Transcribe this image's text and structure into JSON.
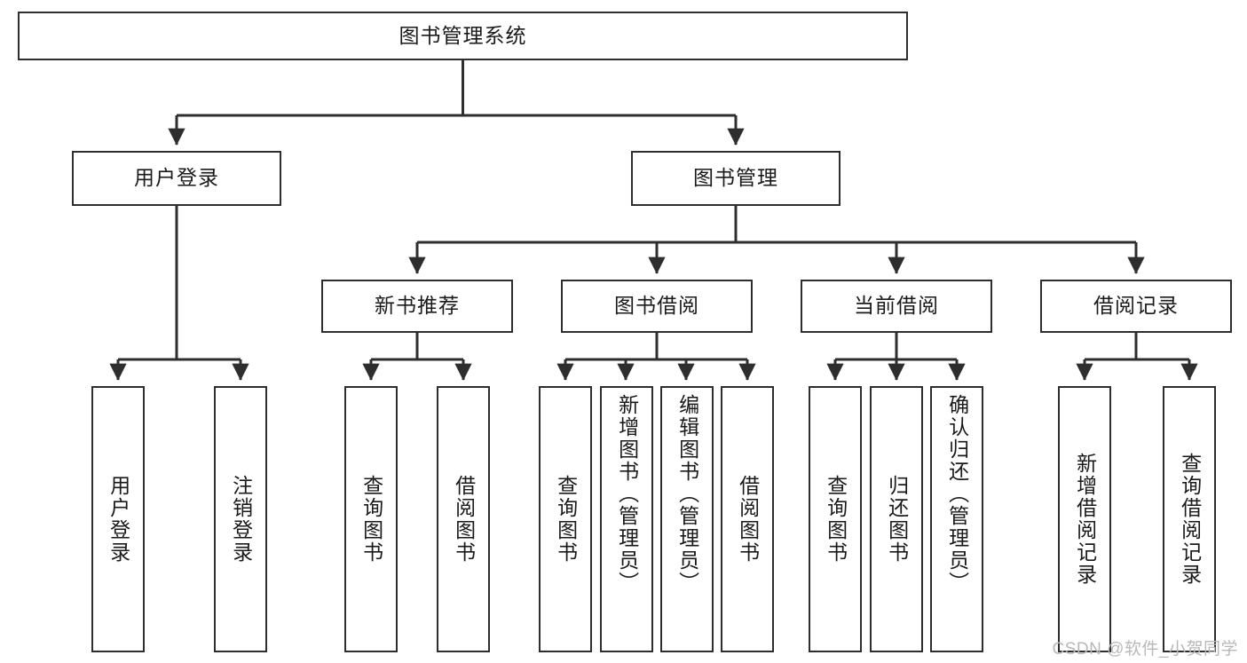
{
  "diagram": {
    "type": "tree-flowchart",
    "title": "图书管理系统",
    "watermark": "CSDN @软件_小贺同学",
    "colors": {
      "stroke": "#2e2e2e",
      "fill": "#ffffff",
      "text": "#1a1a1a",
      "watermark": "#b8b8b8"
    },
    "nodes": {
      "root": {
        "label": "图书管理系统",
        "level": 1,
        "orientation": "horizontal"
      },
      "l2": [
        {
          "id": "user-login",
          "label": "用户登录",
          "level": 2,
          "orientation": "horizontal"
        },
        {
          "id": "book-manage",
          "label": "图书管理",
          "level": 2,
          "orientation": "horizontal"
        }
      ],
      "l3": [
        {
          "id": "new-book-rec",
          "label": "新书推荐",
          "level": 3,
          "orientation": "horizontal"
        },
        {
          "id": "book-borrow",
          "label": "图书借阅",
          "level": 3,
          "orientation": "horizontal"
        },
        {
          "id": "current-borrow",
          "label": "当前借阅",
          "level": 3,
          "orientation": "horizontal"
        },
        {
          "id": "borrow-record",
          "label": "借阅记录",
          "level": 3,
          "orientation": "horizontal"
        }
      ],
      "leaves": [
        {
          "id": "leaf-user-login",
          "label": "用户登录",
          "parent": "user-login",
          "orientation": "vertical"
        },
        {
          "id": "leaf-user-logout",
          "label": "注销登录",
          "parent": "user-login",
          "orientation": "vertical"
        },
        {
          "id": "leaf-rec-query",
          "label": "查询图书",
          "parent": "new-book-rec",
          "orientation": "vertical"
        },
        {
          "id": "leaf-rec-borrow",
          "label": "借阅图书",
          "parent": "new-book-rec",
          "orientation": "vertical"
        },
        {
          "id": "leaf-borrow-query",
          "label": "查询图书",
          "parent": "book-borrow",
          "orientation": "vertical"
        },
        {
          "id": "leaf-borrow-add",
          "label": "新增图书（管理员）",
          "parent": "book-borrow",
          "orientation": "vertical"
        },
        {
          "id": "leaf-borrow-edit",
          "label": "编辑图书（管理员）",
          "parent": "book-borrow",
          "orientation": "vertical"
        },
        {
          "id": "leaf-borrow-lend",
          "label": "借阅图书",
          "parent": "book-borrow",
          "orientation": "vertical"
        },
        {
          "id": "leaf-cur-query",
          "label": "查询图书",
          "parent": "current-borrow",
          "orientation": "vertical"
        },
        {
          "id": "leaf-cur-return",
          "label": "归还图书",
          "parent": "current-borrow",
          "orientation": "vertical"
        },
        {
          "id": "leaf-cur-confirm",
          "label": "确认归还（管理员）",
          "parent": "current-borrow",
          "orientation": "vertical"
        },
        {
          "id": "leaf-rec-add",
          "label": "新增借阅记录",
          "parent": "borrow-record",
          "orientation": "vertical"
        },
        {
          "id": "leaf-rec-search",
          "label": "查询借阅记录",
          "parent": "borrow-record",
          "orientation": "vertical"
        }
      ]
    }
  }
}
